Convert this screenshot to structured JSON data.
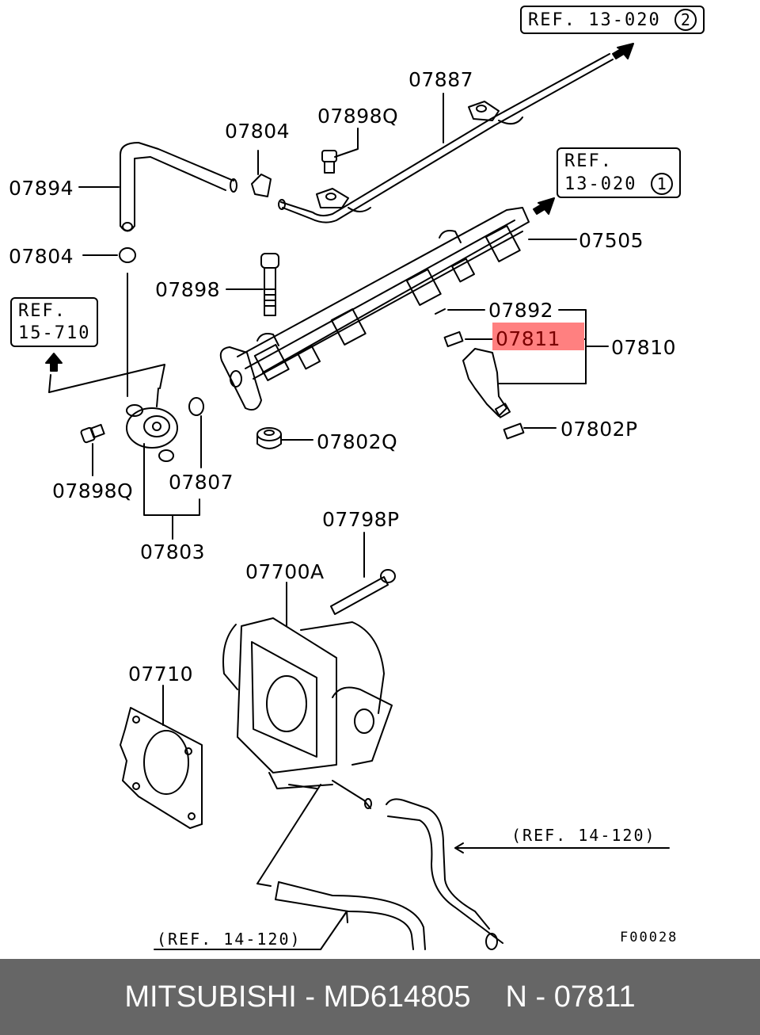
{
  "diagram": {
    "figure_code": "F00028",
    "accent_color": "#ff8080",
    "highlighted_part": "07811",
    "labels": {
      "p07887": "07887",
      "p07804_top": "07804",
      "p07898Q_top": "07898Q",
      "p07894": "07894",
      "p07804_left": "07804",
      "p07898": "07898",
      "p07505": "07505",
      "p07892": "07892",
      "p07811": "07811",
      "p07810": "07810",
      "p07802P": "07802P",
      "p07802Q": "07802Q",
      "p07898Q_bottom": "07898Q",
      "p07807": "07807",
      "p07803": "07803",
      "p07798P": "07798P",
      "p07700A": "07700A",
      "p07710": "07710"
    },
    "refs": {
      "ref_13_020_2": {
        "prefix": "REF. 13-020",
        "circle": "2"
      },
      "ref_13_020_1": {
        "line1": "REF.",
        "line2": "13-020",
        "circle": "1"
      },
      "ref_15_710": {
        "line1": "REF.",
        "line2": "15-710"
      },
      "ref_14_120_right": "(REF. 14-120)",
      "ref_14_120_left": "(REF. 14-120)"
    }
  },
  "footer": {
    "brand": "MITSUBISHI",
    "separator": " - ",
    "part_number": "MD614805",
    "position_prefix": "N",
    "position_number": "07811"
  }
}
